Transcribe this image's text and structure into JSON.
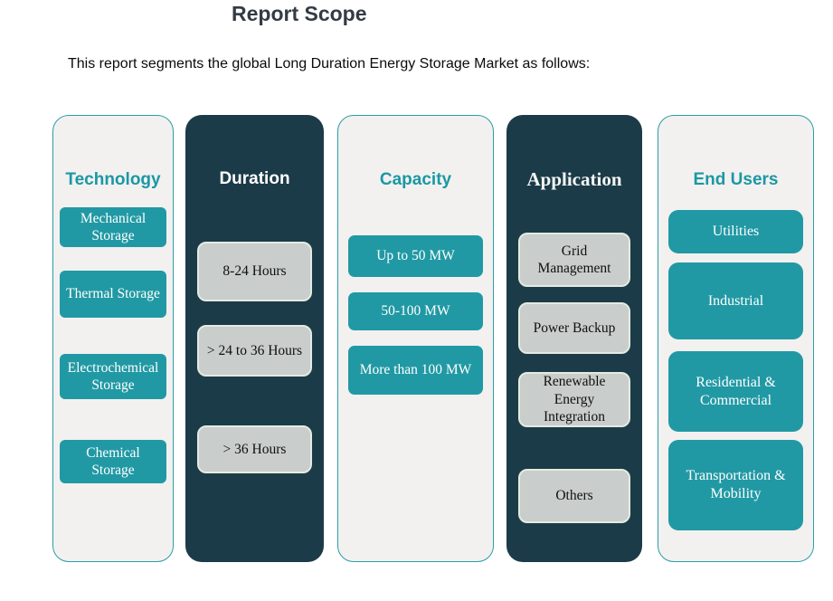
{
  "page": {
    "title": "Report Scope",
    "subtitle": "This report segments the global Long Duration Energy Storage Market as follows:"
  },
  "colors": {
    "teal_accent": "#2199A4",
    "teal_header_text": "#1B98A3",
    "dark_panel": "#1C3B49",
    "light_panel": "#F2F1F0",
    "light_panel_border": "#2B9EA8",
    "gray_box_fill": "#C9CDCB",
    "gray_box_border": "#E3EBE0",
    "title_text": "#333B44",
    "white": "#FFFFFF"
  },
  "columns": [
    {
      "header": "Technology",
      "style": "light",
      "items": [
        "Mechanical Storage",
        "Thermal Storage",
        "Electrochemical Storage",
        "Chemical Storage"
      ]
    },
    {
      "header": "Duration",
      "style": "dark",
      "items": [
        "8-24 Hours",
        "> 24 to 36 Hours",
        "> 36 Hours"
      ]
    },
    {
      "header": "Capacity",
      "style": "light",
      "items": [
        "Up to 50 MW",
        "50-100 MW",
        "More than 100 MW"
      ]
    },
    {
      "header": "Application",
      "style": "dark",
      "items": [
        "Grid Management",
        "Power Backup",
        "Renewable Energy Integration",
        "Others"
      ]
    },
    {
      "header": "End Users",
      "style": "light",
      "items": [
        "Utilities",
        "Industrial",
        "Residential & Commercial",
        "Transportation & Mobility"
      ]
    }
  ]
}
